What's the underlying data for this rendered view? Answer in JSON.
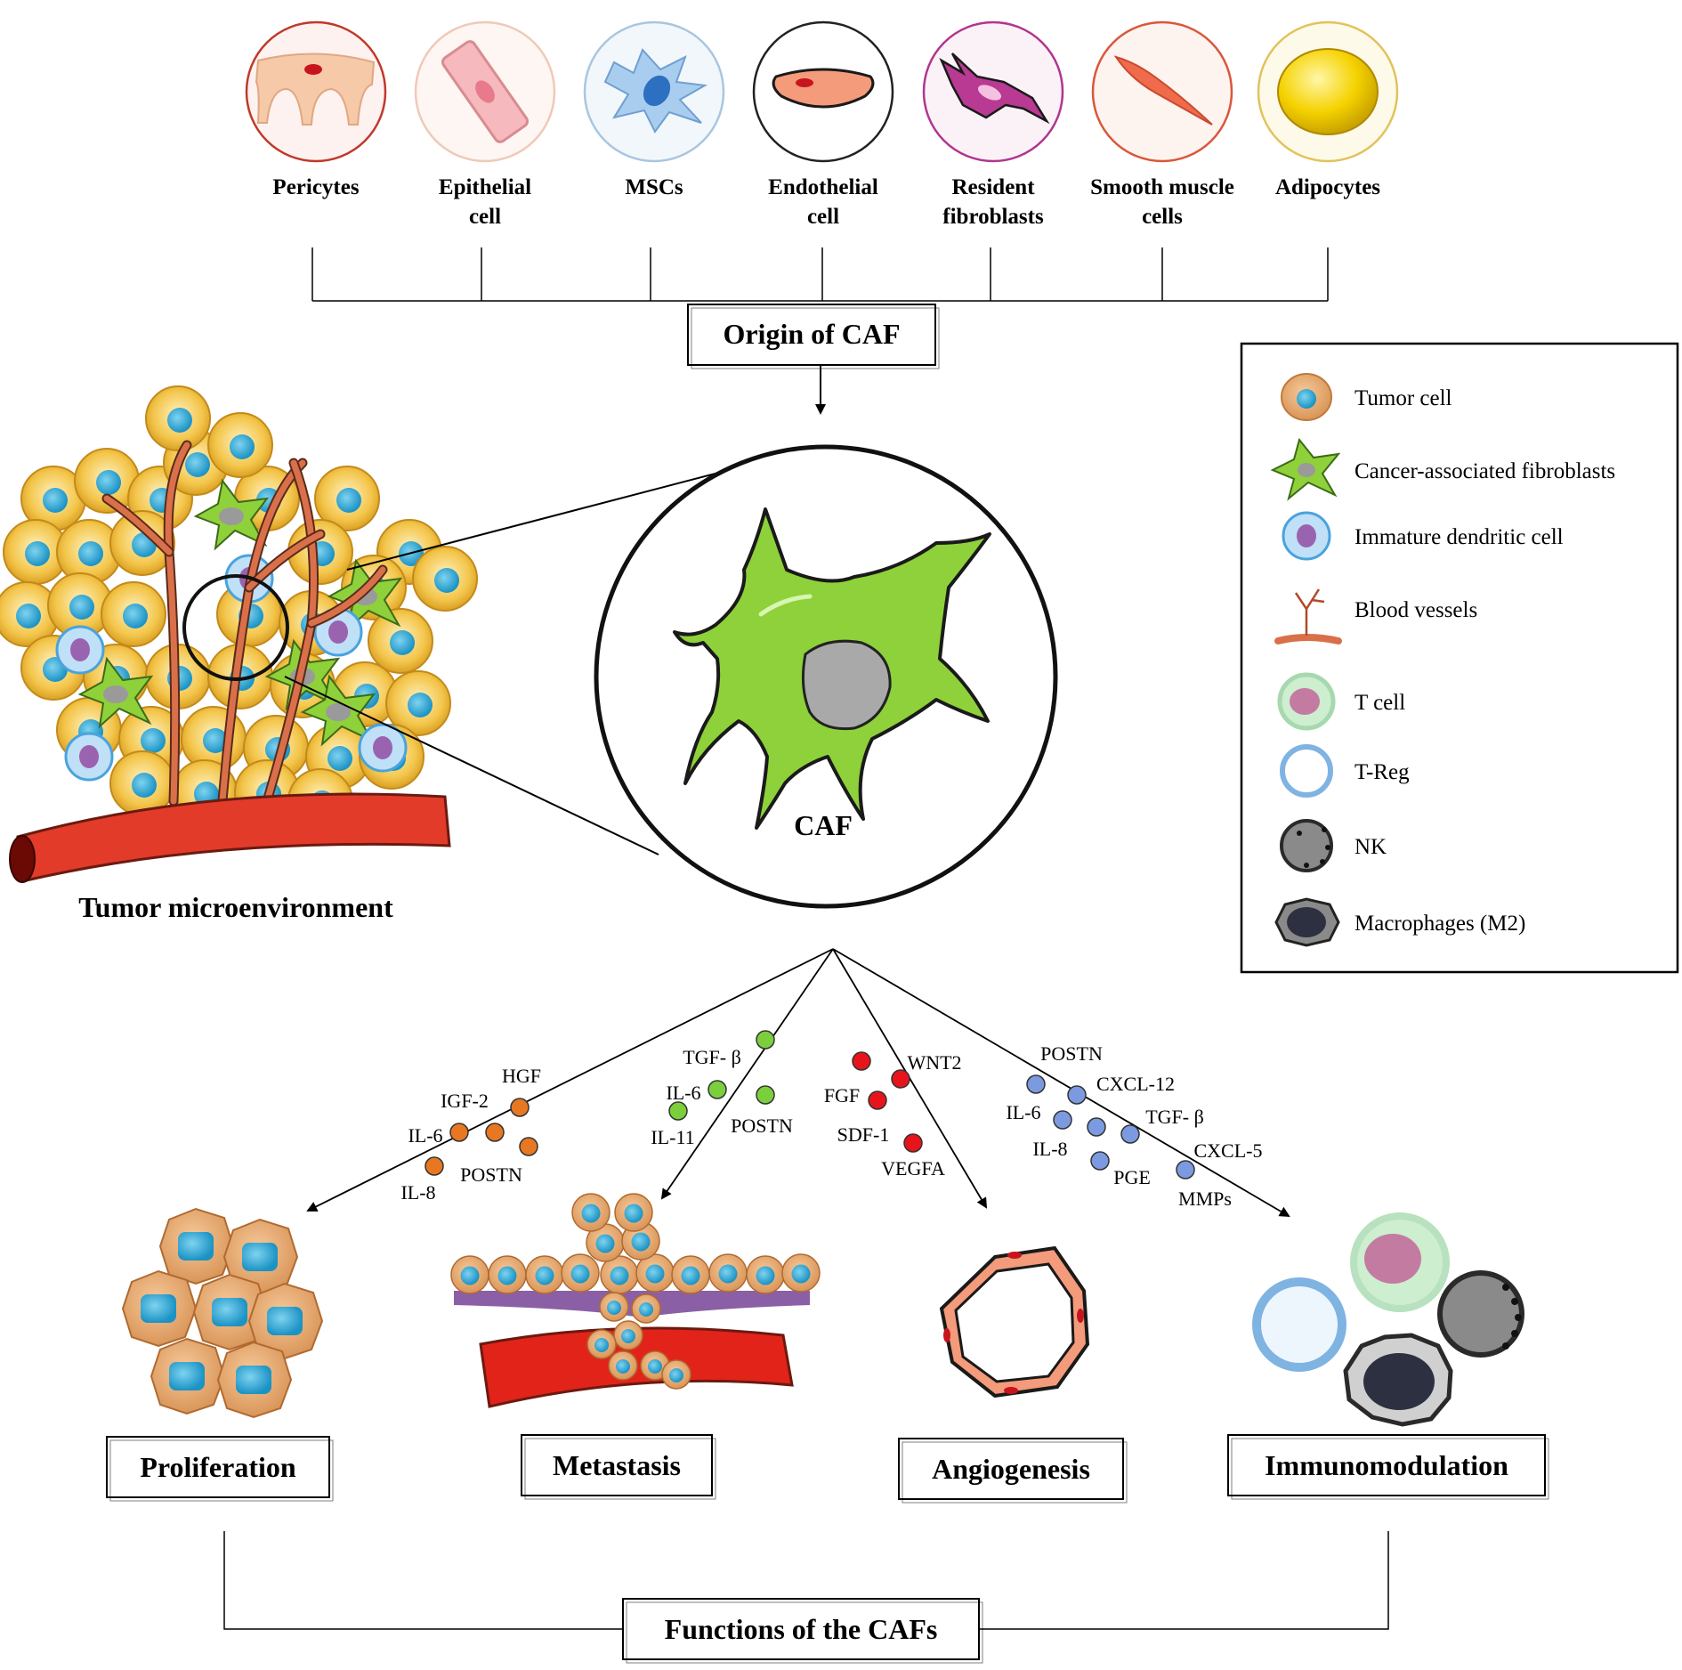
{
  "origins": [
    {
      "lines": [
        "Pericytes"
      ],
      "ring": "#c0392b",
      "bg": "#fdf2ef"
    },
    {
      "lines": [
        "Epithelial",
        "cell"
      ],
      "ring": "#f0c9b8",
      "bg": "#fdf6f3"
    },
    {
      "lines": [
        "MSCs"
      ],
      "ring": "#a9c6e0",
      "bg": "#f2f7fb"
    },
    {
      "lines": [
        "Endothelial",
        "cell"
      ],
      "ring": "#222222",
      "bg": "#ffffff"
    },
    {
      "lines": [
        "Resident",
        "fibroblasts"
      ],
      "ring": "#b0368f",
      "bg": "#fbf2f8"
    },
    {
      "lines": [
        "Smooth muscle",
        "cells"
      ],
      "ring": "#d9573a",
      "bg": "#fdf3ef"
    },
    {
      "lines": [
        "Adipocytes"
      ],
      "ring": "#e2c25c",
      "bg": "#fefaea"
    }
  ],
  "origin_box": "Origin of CAF",
  "tme_label": "Tumor microenvironment",
  "caf_label": "CAF",
  "legend": [
    {
      "label": "Tumor cell",
      "icon": "tumor-cell-icon"
    },
    {
      "label": "Cancer-associated fibroblasts",
      "icon": "caf-icon"
    },
    {
      "label": "Immature dendritic cell",
      "icon": "dendritic-cell-icon"
    },
    {
      "label": "Blood vessels",
      "icon": "blood-vessel-icon"
    },
    {
      "label": "T cell",
      "icon": "t-cell-icon"
    },
    {
      "label": "T-Reg",
      "icon": "t-reg-icon"
    },
    {
      "label": "NK",
      "icon": "nk-cell-icon"
    },
    {
      "label": "Macrophages (M2)",
      "icon": "macrophage-icon"
    }
  ],
  "branches": [
    {
      "title": "Proliferation",
      "color": "#e87722",
      "factors": [
        "HGF",
        "IGF-2",
        "IL-6",
        "IL-8",
        "POSTN"
      ]
    },
    {
      "title": "Metastasis",
      "color": "#7ccf3c",
      "factors": [
        "TGF- β",
        "IL-6",
        "IL-11",
        "POSTN"
      ]
    },
    {
      "title": "Angiogenesis",
      "color": "#e8141c",
      "factors": [
        "WNT2",
        "FGF",
        "SDF-1",
        "VEGFA"
      ]
    },
    {
      "title": "Immunomodulation",
      "color": "#7b9ae0",
      "factors": [
        "POSTN",
        "CXCL-12",
        "IL-6",
        "TGF- β",
        "IL-8",
        "CXCL-5",
        "PGE",
        "MMPs"
      ]
    }
  ],
  "functions_box": "Functions of the CAFs"
}
